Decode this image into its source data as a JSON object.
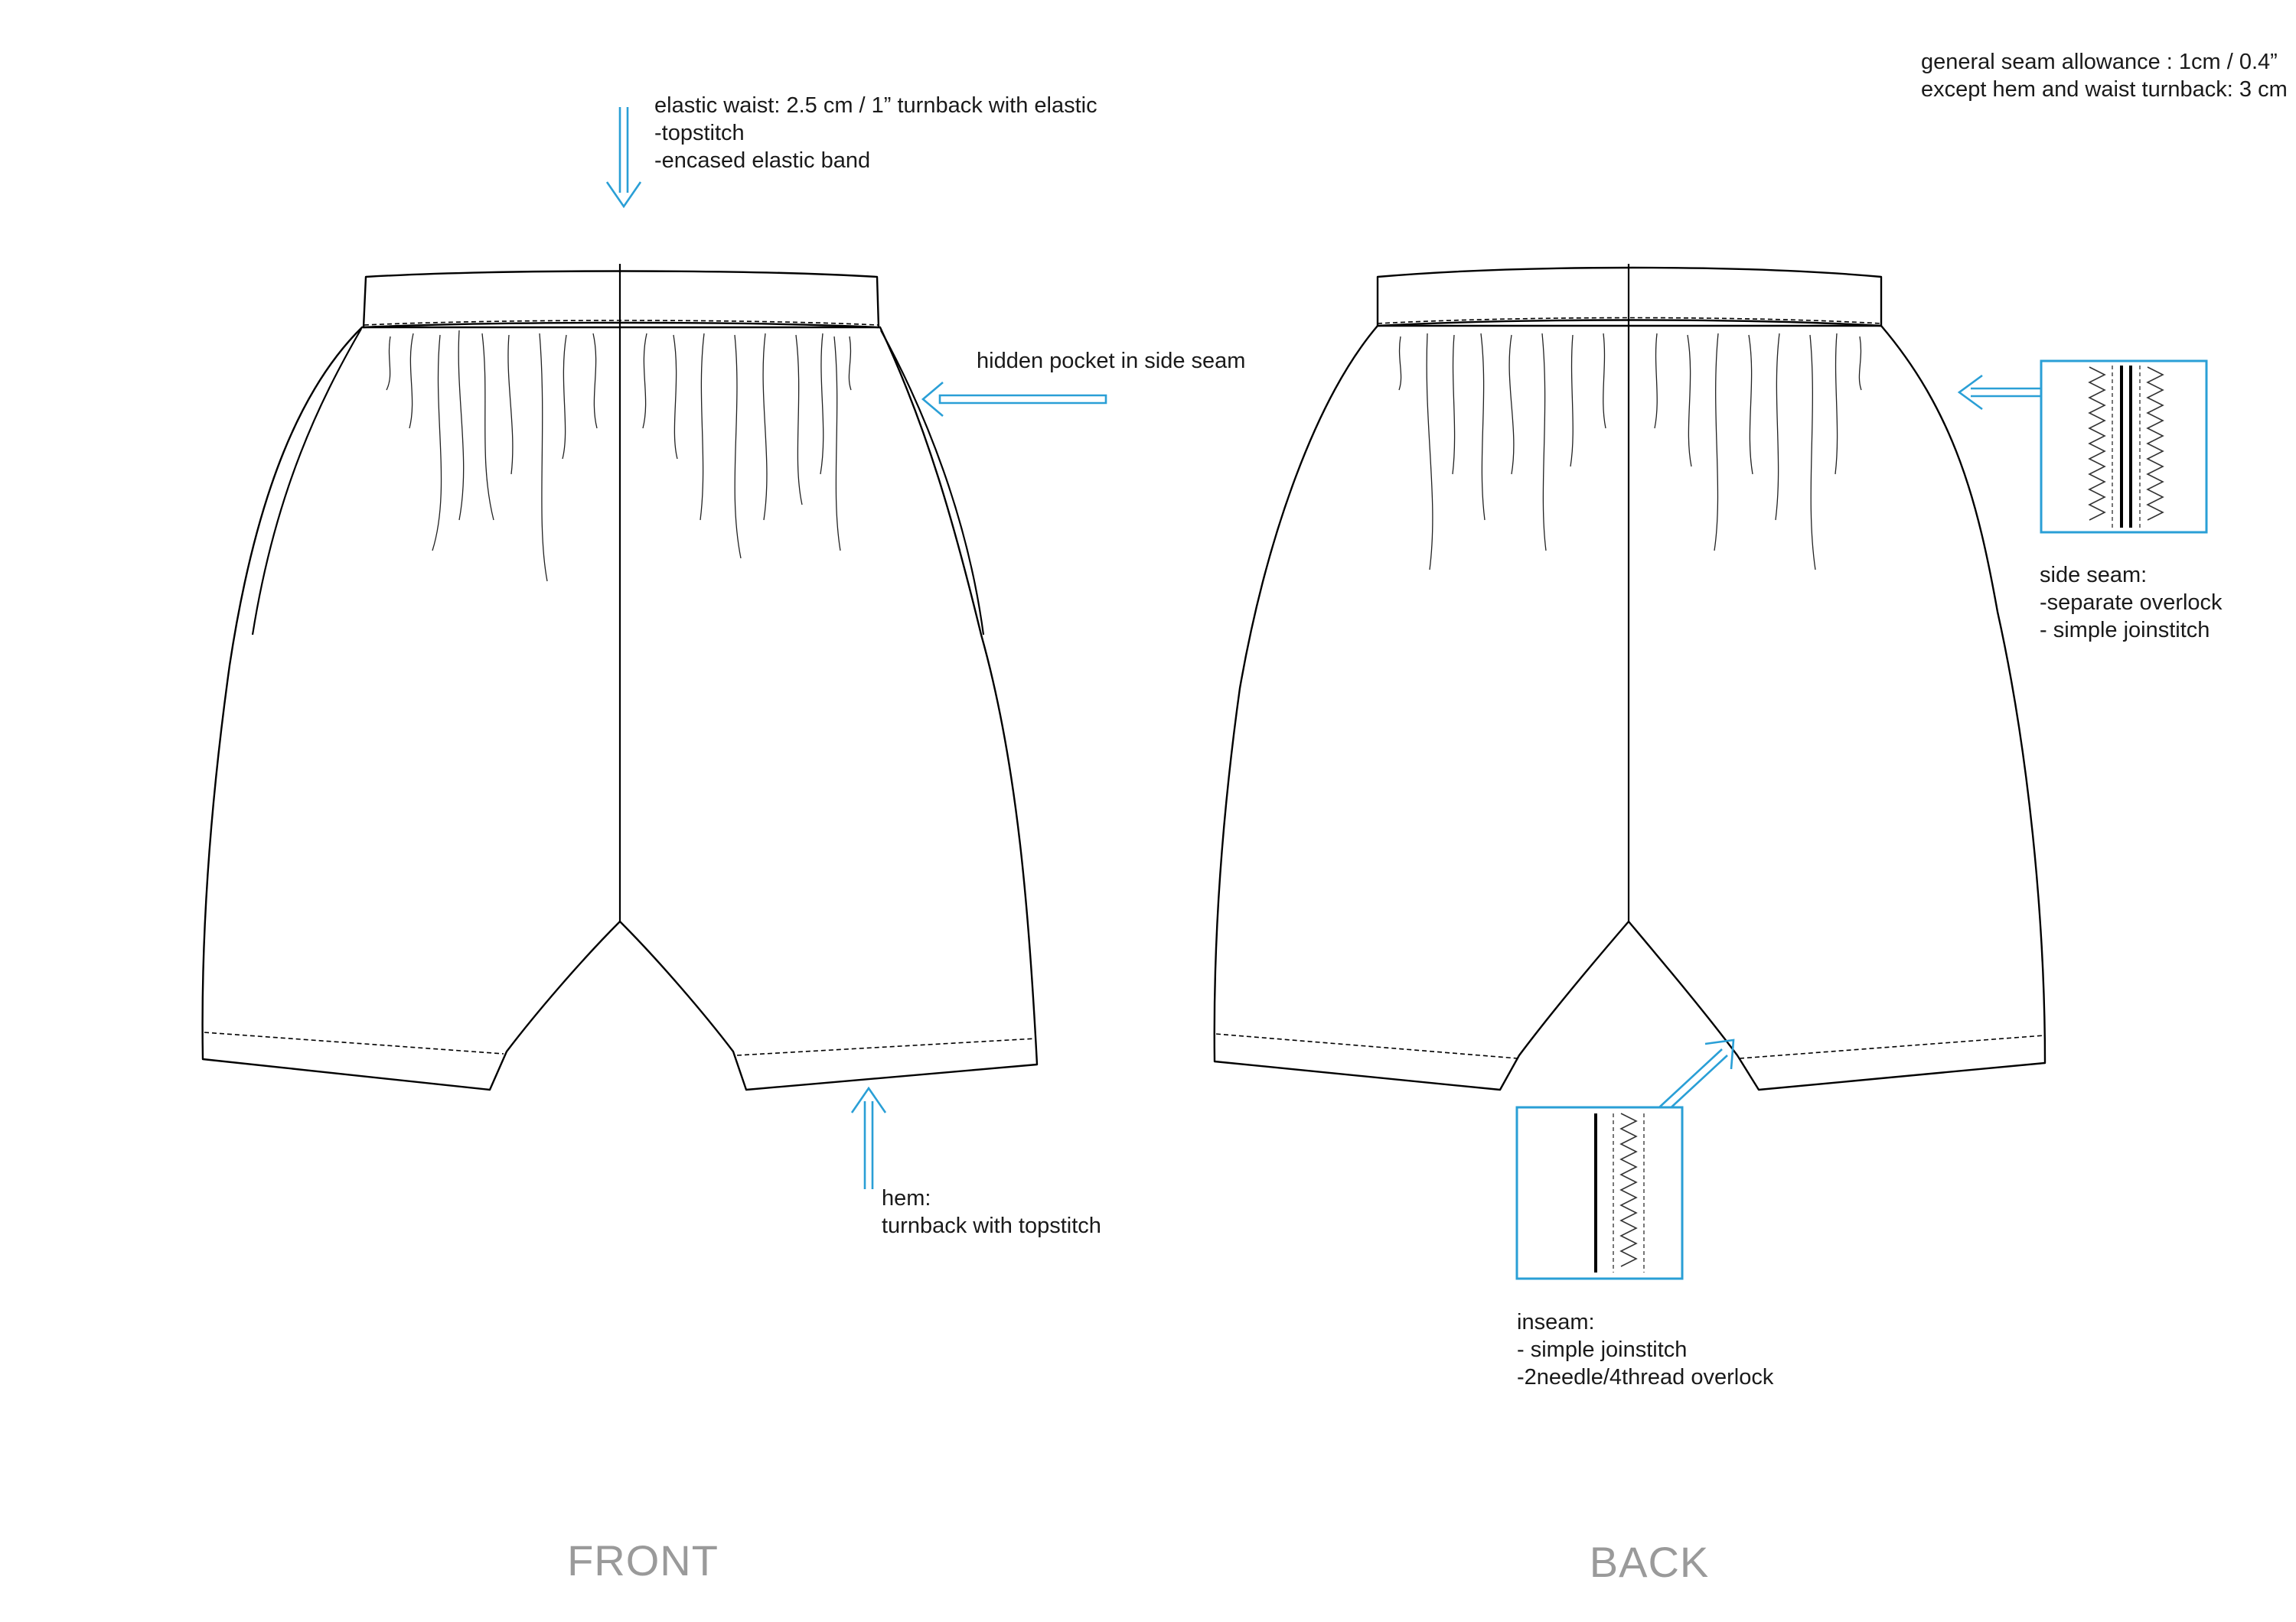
{
  "general_note": {
    "line1": "general seam allowance : 1cm / 0.4”",
    "line2": "except hem and waist turnback: 3 cm"
  },
  "callouts": {
    "waist": {
      "line1": "elastic waist: 2.5 cm / 1” turnback with elastic",
      "line2": "-topstitch",
      "line3": "-encased elastic band"
    },
    "pocket": {
      "line1": "hidden pocket in side seam"
    },
    "hem": {
      "line1": "hem:",
      "line2": "turnback with topstitch"
    },
    "side_seam": {
      "line1": "side seam:",
      "line2": "-separate overlock",
      "line3": "- simple joinstitch"
    },
    "inseam": {
      "line1": "inseam:",
      "line2": "- simple joinstitch",
      "line3": "-2needle/4thread overlock"
    }
  },
  "views": {
    "front": "FRONT",
    "back": "BACK"
  },
  "colors": {
    "annotation_accent": "#2a9fd6",
    "outline": "#000000",
    "view_label": "#9a9a9a"
  }
}
